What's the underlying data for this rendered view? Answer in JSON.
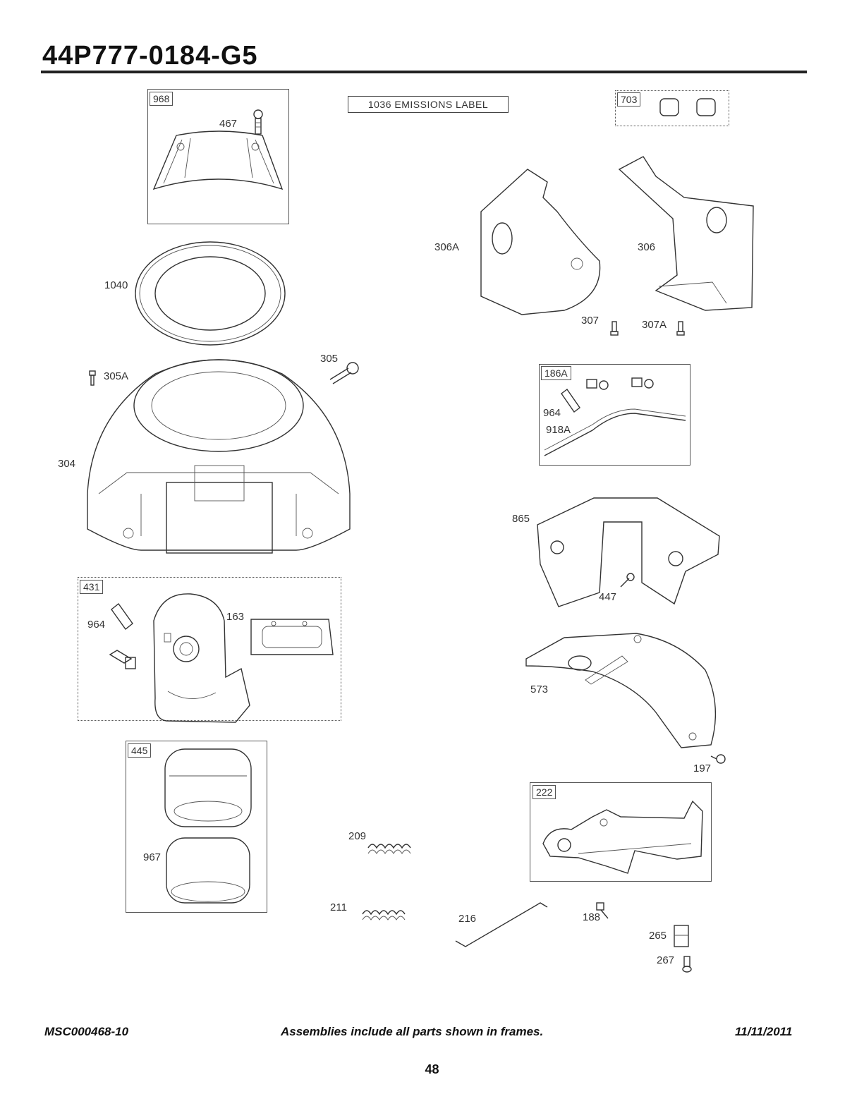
{
  "header": {
    "model": "44P777-0184-G5"
  },
  "emissions_label": "1036 EMISSIONS LABEL",
  "frames": {
    "f968": "968",
    "f703": "703",
    "f186A": "186A",
    "f431": "431",
    "f445": "445",
    "f222": "222"
  },
  "parts": {
    "p467": "467",
    "p1040": "1040",
    "p305A": "305A",
    "p305": "305",
    "p304": "304",
    "p964a": "964",
    "p163": "163",
    "p967": "967",
    "p209": "209",
    "p211": "211",
    "p216": "216",
    "p306A": "306A",
    "p306": "306",
    "p307": "307",
    "p307A": "307A",
    "p964b": "964",
    "p918A": "918A",
    "p865": "865",
    "p447": "447",
    "p573": "573",
    "p197": "197",
    "p188": "188",
    "p265": "265",
    "p267": "267"
  },
  "footer": {
    "code": "MSC000468-10",
    "note": "Assemblies include all parts shown in frames.",
    "date": "11/11/2011",
    "page": "48"
  }
}
